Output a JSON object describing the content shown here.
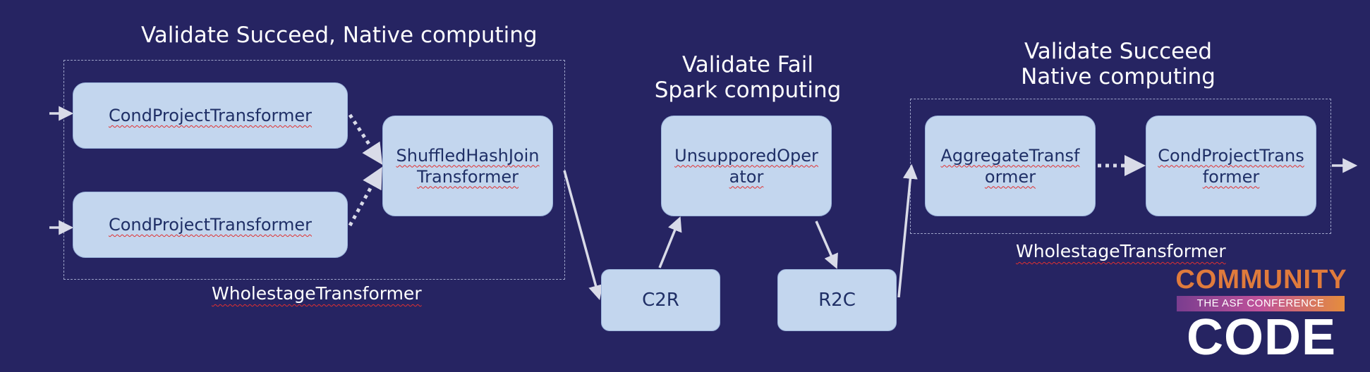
{
  "captions": {
    "left": "Validate Succeed, Native computing",
    "middle_line1": "Validate Fail",
    "middle_line2": "Spark computing",
    "right_line1": "Validate Succeed",
    "right_line2": "Native computing"
  },
  "nodes": {
    "cond_project_top": "CondProjectTransformer",
    "cond_project_bottom": "CondProjectTransformer",
    "shuffled_hash_join_line1": "ShuffledHashJoin",
    "shuffled_hash_join_line2": "Transformer",
    "unsupported_line1": "UnsupporedOper",
    "unsupported_line2": "ator",
    "c2r": "C2R",
    "r2c": "R2C",
    "aggregate_line1": "AggregateTransf",
    "aggregate_line2": "ormer",
    "cond_project_right_line1": "CondProjectTrans",
    "cond_project_right_line2": "former"
  },
  "group_labels": {
    "left": "WholestageTransformer",
    "right": "WholestageTransformer"
  },
  "logo": {
    "community": "COMMUNITY",
    "tagline": "THE ASF CONFERENCE",
    "code": "CODE"
  },
  "colors": {
    "background": "#262462",
    "node_fill": "#c3d6ee",
    "node_text": "#1f2f66",
    "arrow": "#d9dbe8",
    "logo_orange": "#e07b3c"
  }
}
